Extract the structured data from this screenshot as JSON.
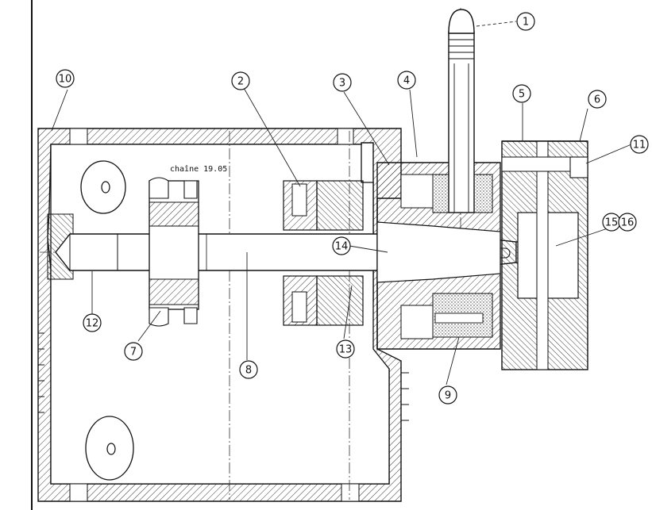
{
  "drawing": {
    "note": "chaîne 19.05",
    "callouts": [
      {
        "id": "c1",
        "label": "1"
      },
      {
        "id": "c2",
        "label": "2"
      },
      {
        "id": "c3",
        "label": "3"
      },
      {
        "id": "c4",
        "label": "4"
      },
      {
        "id": "c5",
        "label": "5"
      },
      {
        "id": "c6",
        "label": "6"
      },
      {
        "id": "c7",
        "label": "7"
      },
      {
        "id": "c8",
        "label": "8"
      },
      {
        "id": "c9",
        "label": "9"
      },
      {
        "id": "c10",
        "label": "10"
      },
      {
        "id": "c11",
        "label": "11"
      },
      {
        "id": "c12",
        "label": "12"
      },
      {
        "id": "c13",
        "label": "13"
      },
      {
        "id": "c14",
        "label": "14"
      },
      {
        "id": "c15",
        "label": "15"
      },
      {
        "id": "c16",
        "label": "16"
      }
    ]
  }
}
